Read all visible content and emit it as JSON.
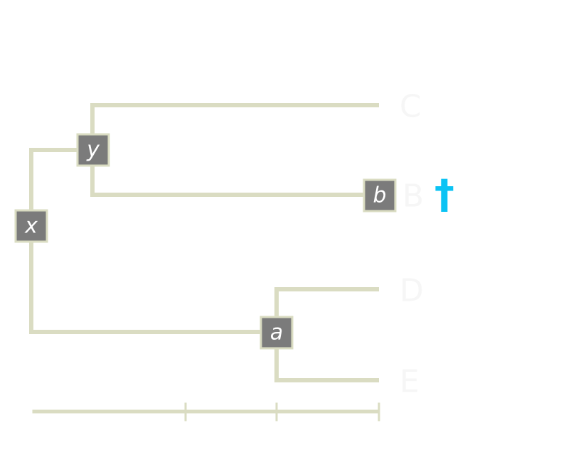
{
  "nodes": {
    "x": {
      "label": "x"
    },
    "y": {
      "label": "y"
    },
    "a": {
      "label": "a"
    },
    "b": {
      "label": "b"
    }
  },
  "tips": {
    "C": {
      "label": "C"
    },
    "B": {
      "label": "B"
    },
    "D": {
      "label": "D"
    },
    "E": {
      "label": "E"
    }
  },
  "extinct_marker": {
    "symbol": "†",
    "color": "#0bc3f4"
  },
  "colors": {
    "branch": "#dadcc2",
    "node_fill": "#7b7b7b",
    "node_text": "#ffffff",
    "tip_text": "#f6f6f6"
  }
}
